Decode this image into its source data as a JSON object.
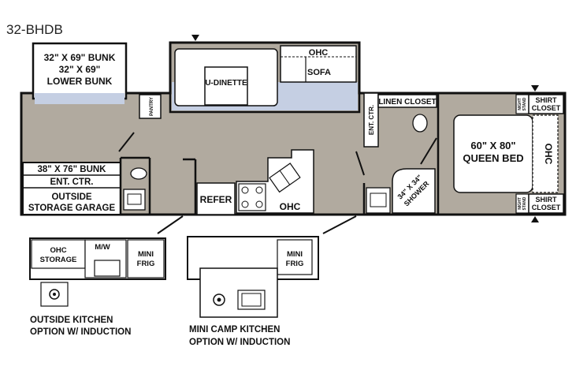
{
  "model_name": "32-BHDB",
  "rooms": {
    "bunk_upper": [
      "32\" X 69\" BUNK",
      "32\" X 69\"",
      "LOWER BUNK"
    ],
    "bunk_lower": "38\" X 76\" BUNK",
    "ent_ctr_left": "ENT. CTR.",
    "garage": [
      "OUTSIDE",
      "STORAGE GARAGE"
    ],
    "pantry": "PANTRY",
    "dinette": "U-DINETTE",
    "ohc_slide": "OHC",
    "sofa": "SOFA",
    "refer": "REFER",
    "ohc_kitchen": "OHC",
    "ent_ctr_mid": "ENT. CTR.",
    "linen": "LINEN CLOSET",
    "shower": [
      "34\" X 34\"",
      "SHOWER"
    ],
    "bed": [
      "60\" X 80\"",
      "QUEEN BED"
    ],
    "ohc_bed": "OHC",
    "shirt_closet": [
      "SHIRT",
      "CLOSET"
    ],
    "night_stand": [
      "NIGHT",
      "STAND"
    ]
  },
  "options": {
    "outside_kitchen": {
      "ohc_storage": [
        "OHC",
        "STORAGE"
      ],
      "mw": "M/W",
      "mini_frig": [
        "MINI",
        "FRIG"
      ],
      "caption": [
        "OUTSIDE KITCHEN",
        "OPTION W/ INDUCTION"
      ]
    },
    "camp_kitchen": {
      "mini_frig": [
        "MINI",
        "FRIG"
      ],
      "caption": [
        "MINI CAMP KITCHEN",
        "OPTION W/ INDUCTION"
      ]
    }
  },
  "colors": {
    "floor": "#b1aa9f",
    "furniture": "#ffffff",
    "bed_blue": "#c5cfe3",
    "wall": "#111111"
  }
}
